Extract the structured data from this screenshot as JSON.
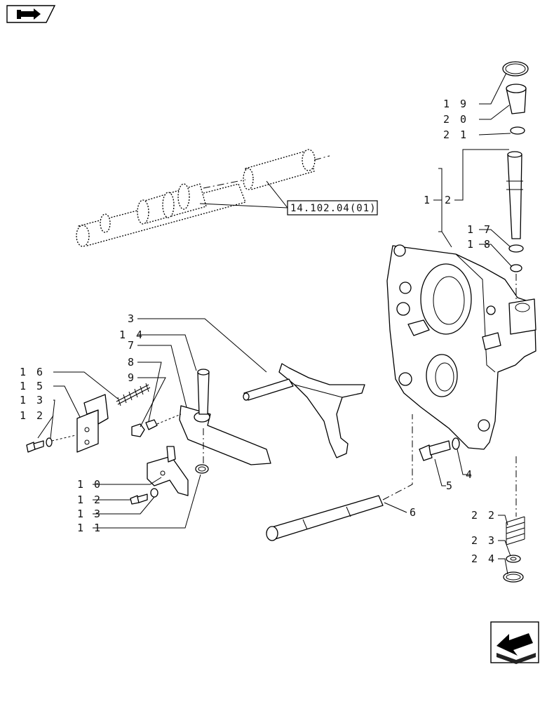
{
  "icons": {
    "top_left": "book-arrow-icon",
    "bottom_right": "navigation-arrow-icon"
  },
  "reference": {
    "text": "14.102.04(01)"
  },
  "callouts": [
    {
      "id": "19",
      "text": "1 9"
    },
    {
      "id": "20",
      "text": "2 0"
    },
    {
      "id": "21",
      "text": "2 1"
    },
    {
      "id": "1",
      "text": "1"
    },
    {
      "id": "2",
      "text": "2"
    },
    {
      "id": "17",
      "text": "1 7"
    },
    {
      "id": "18",
      "text": "1 8"
    },
    {
      "id": "3",
      "text": "3"
    },
    {
      "id": "14",
      "text": "1 4"
    },
    {
      "id": "7",
      "text": "7"
    },
    {
      "id": "8",
      "text": "8"
    },
    {
      "id": "9",
      "text": "9"
    },
    {
      "id": "16",
      "text": "1 6"
    },
    {
      "id": "15",
      "text": "1 5"
    },
    {
      "id": "13a",
      "text": "1 3"
    },
    {
      "id": "12a",
      "text": "1 2"
    },
    {
      "id": "4",
      "text": "4"
    },
    {
      "id": "5",
      "text": "5"
    },
    {
      "id": "10",
      "text": "1 0"
    },
    {
      "id": "12b",
      "text": "1 2"
    },
    {
      "id": "13b",
      "text": "1 3"
    },
    {
      "id": "11",
      "text": "1 1"
    },
    {
      "id": "6",
      "text": "6"
    },
    {
      "id": "22",
      "text": "2 2"
    },
    {
      "id": "23",
      "text": "2 3"
    },
    {
      "id": "24",
      "text": "2 4"
    }
  ]
}
